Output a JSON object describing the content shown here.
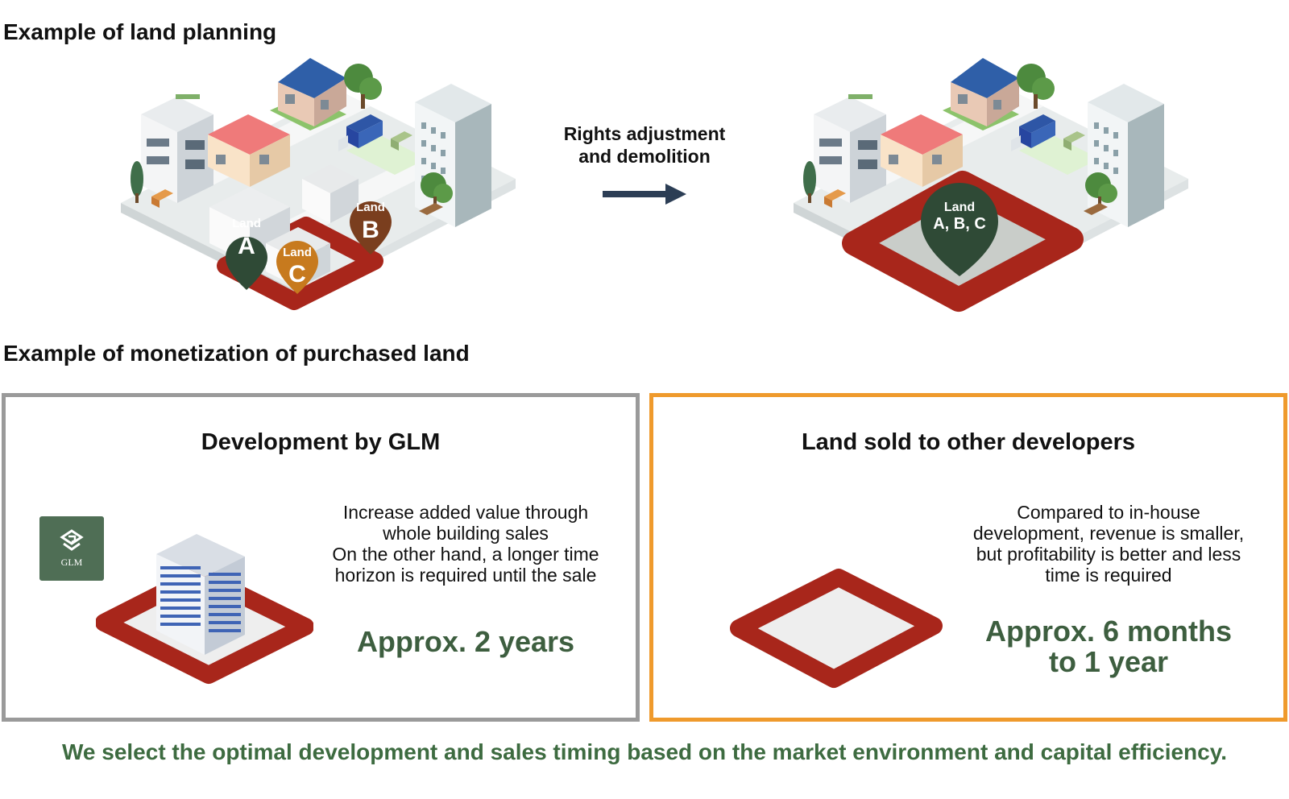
{
  "section1": {
    "title": "Example of land planning"
  },
  "before_scene": {
    "pins": [
      {
        "label": "Land",
        "letter": "A",
        "color": "#2f4a36"
      },
      {
        "label": "Land",
        "letter": "B",
        "color": "#7a3e1e"
      },
      {
        "label": "Land",
        "letter": "C",
        "color": "#c77a1e"
      }
    ]
  },
  "transition": {
    "label_line1": "Rights adjustment",
    "label_line2": "and demolition"
  },
  "after_scene": {
    "pin": {
      "label": "Land",
      "letter": "A, B, C",
      "color": "#2f4a36"
    }
  },
  "section2": {
    "title": "Example of monetization of purchased land"
  },
  "panel_left": {
    "title": "Development by GLM",
    "logo_text": "GLM",
    "desc": [
      "Increase added value through",
      "whole building sales",
      "On the other hand, a longer time",
      "horizon is required until the sale"
    ],
    "duration": [
      "Approx. 2 years"
    ],
    "border_color": "#9a9a9a"
  },
  "panel_right": {
    "title": "Land sold to other developers",
    "desc": [
      "Compared to in-house",
      "development, revenue is smaller,",
      "but profitability is better and less",
      "time is required"
    ],
    "duration": [
      "Approx. 6 months",
      "to 1 year"
    ],
    "border_color": "#ef9a2c"
  },
  "footer": {
    "text": "We select the optimal development and sales timing based on the market environment and capital efficiency."
  },
  "colors": {
    "accent_green": "#3d5e3f",
    "land_red": "#a8261b",
    "arrow_navy": "#2c3e55"
  }
}
